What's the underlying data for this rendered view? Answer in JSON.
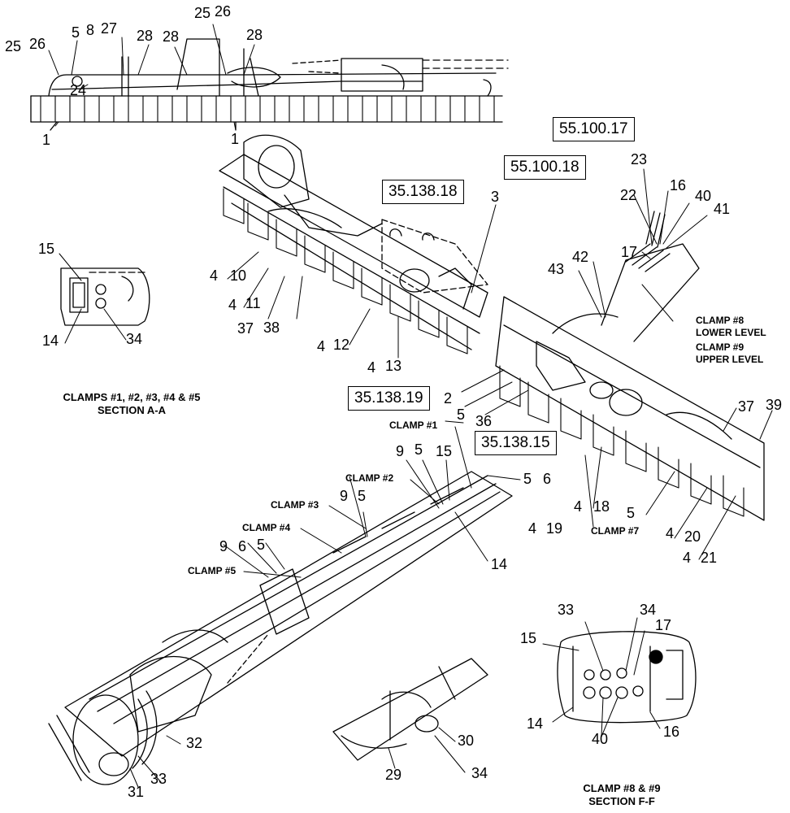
{
  "reference_boxes": [
    "55.100.17",
    "55.100.18",
    "35.138.18",
    "35.138.19",
    "35.138.15"
  ],
  "clamp_labels": {
    "clamp8": "CLAMP #8",
    "lower_level": "LOWER LEVEL",
    "clamp9": "CLAMP #9",
    "upper_level": "UPPER LEVEL",
    "clamp1": "CLAMP #1",
    "clamp2": "CLAMP #2",
    "clamp3": "CLAMP #3",
    "clamp4": "CLAMP #4",
    "clamp5": "CLAMP #5",
    "clamp7": "CLAMP #7"
  },
  "section_titles": {
    "aa_line1": "CLAMPS #1, #2, #3, #4 & #5",
    "aa_line2": "SECTION  A-A",
    "ff_line1": "CLAMP #8 & #9",
    "ff_line2": "SECTION  F-F"
  },
  "callouts": {
    "top_25a": "25",
    "top_26a": "26",
    "top_5": "5",
    "top_8": "8",
    "top_27": "27",
    "top_28a": "28",
    "top_28b": "28",
    "top_25b": "25",
    "top_26b": "26",
    "top_28c": "28",
    "top_24": "24",
    "top_1a": "1",
    "top_1b": "1",
    "mid_3": "3",
    "mid_4a": "4",
    "mid_10": "10",
    "mid_4b": "4",
    "mid_11": "11",
    "mid_37": "37",
    "mid_38": "38",
    "mid_4c": "4",
    "mid_12": "12",
    "mid_4d": "4",
    "mid_13": "13",
    "r_23": "23",
    "r_22": "22",
    "r_16": "16",
    "r_40": "40",
    "r_41": "41",
    "r_17": "17",
    "r_42": "42",
    "r_43": "43",
    "r_2": "2",
    "r_5a": "5",
    "r_36": "36",
    "r_37": "37",
    "r_39": "39",
    "r_4a": "4",
    "r_18": "18",
    "r_4b": "4",
    "r_19": "19",
    "r_5b": "5",
    "r_4c": "4",
    "r_20": "20",
    "r_4d": "4",
    "r_21": "21",
    "aa_15": "15",
    "aa_14": "14",
    "aa_34": "34",
    "l_9a": "9",
    "l_5a": "5",
    "l_15": "15",
    "l_5b": "5",
    "l_6a": "6",
    "l_9b": "9",
    "l_5c": "5",
    "l_9c": "9",
    "l_6b": "6",
    "l_5d": "5",
    "l_14": "14",
    "b_32": "32",
    "b_31": "31",
    "b_33": "33",
    "b_30": "30",
    "b_29": "29",
    "b_34": "34",
    "ff_33": "33",
    "ff_34": "34",
    "ff_17": "17",
    "ff_15": "15",
    "ff_14": "14",
    "ff_40": "40",
    "ff_16": "16"
  }
}
